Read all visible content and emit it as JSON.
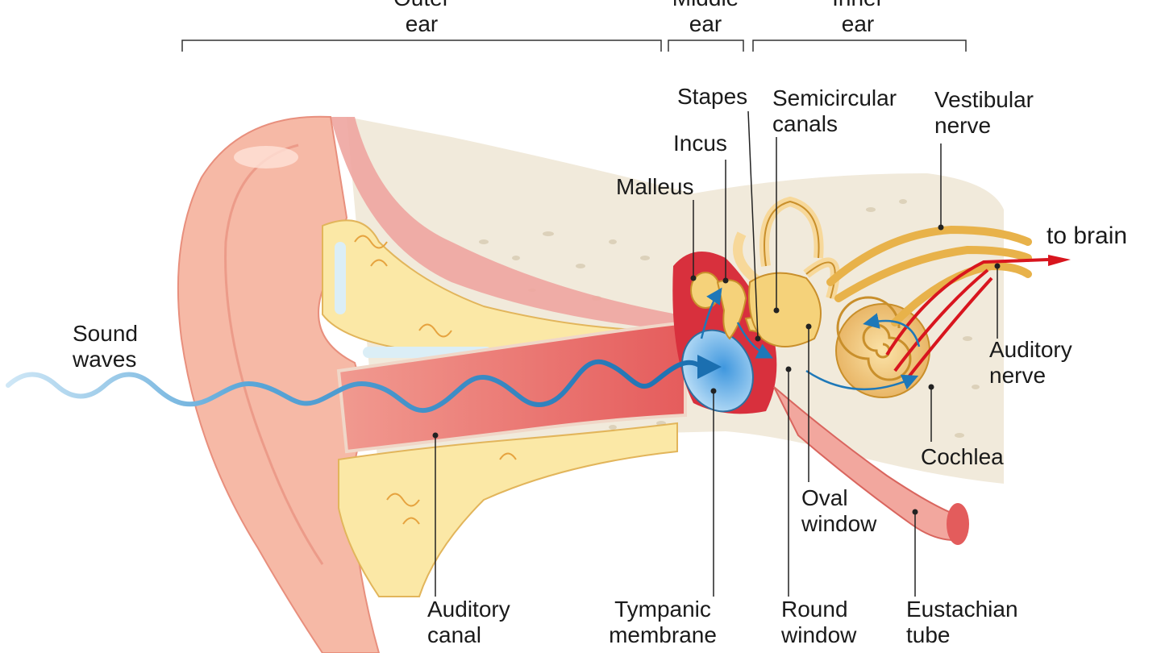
{
  "regions": {
    "outer": [
      "Outer",
      "ear"
    ],
    "middle": [
      "Middle",
      "ear"
    ],
    "inner": [
      "Inner",
      "ear"
    ]
  },
  "labels": {
    "sound_waves": [
      "Sound",
      "waves"
    ],
    "auditory_canal": [
      "Auditory",
      "canal"
    ],
    "tympanic_membrane": [
      "Tympanic",
      "membrane"
    ],
    "malleus": [
      "Malleus"
    ],
    "incus": [
      "Incus"
    ],
    "stapes": [
      "Stapes"
    ],
    "semicircular_canals": [
      "Semicircular",
      "canals"
    ],
    "vestibular_nerve": [
      "Vestibular",
      "nerve"
    ],
    "to_brain": [
      "to brain"
    ],
    "auditory_nerve": [
      "Auditory",
      "nerve"
    ],
    "cochlea": [
      "Cochlea"
    ],
    "oval_window": [
      "Oval",
      "window"
    ],
    "round_window": [
      "Round",
      "window"
    ],
    "eustachian_tube": [
      "Eustachian",
      "tube"
    ]
  },
  "colors": {
    "skin": "#f6b9a6",
    "skin_dark": "#e88f7d",
    "canal": "#ee7f78",
    "cartilage": "#fbe8a6",
    "bone": "#efe6d2",
    "sound_wave": "#1e78b8",
    "signal": "#d8151e",
    "tympanic": "#6bb8ec",
    "ossicles": "#f5d27a",
    "cochlea": "#f0c77a",
    "nerve": "#e8b24a"
  }
}
